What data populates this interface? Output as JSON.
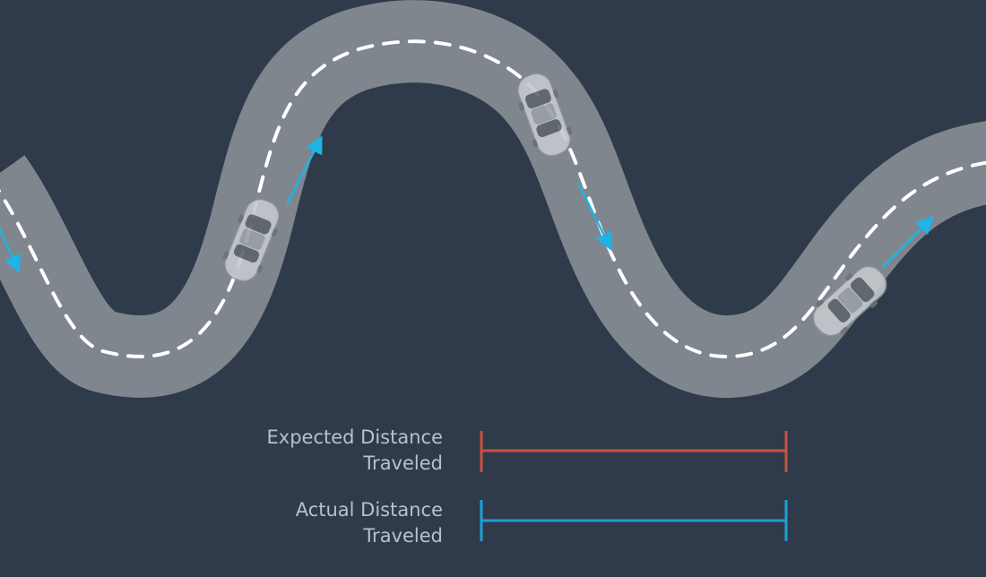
{
  "legend": {
    "expected": {
      "line1": "Expected Distance",
      "line2": "Traveled",
      "color": "#c9503f"
    },
    "actual": {
      "line1": "Actual Distance",
      "line2": "Traveled",
      "color": "#1f9fd4"
    }
  },
  "colors": {
    "background": "#2f3b4a",
    "road": "#80868d",
    "lane_marking": "#ffffff",
    "car_body": "#c5c9ce",
    "velocity_arrow": "#1fb3e6"
  },
  "icons": [
    "car-icon",
    "velocity-arrow-icon"
  ]
}
